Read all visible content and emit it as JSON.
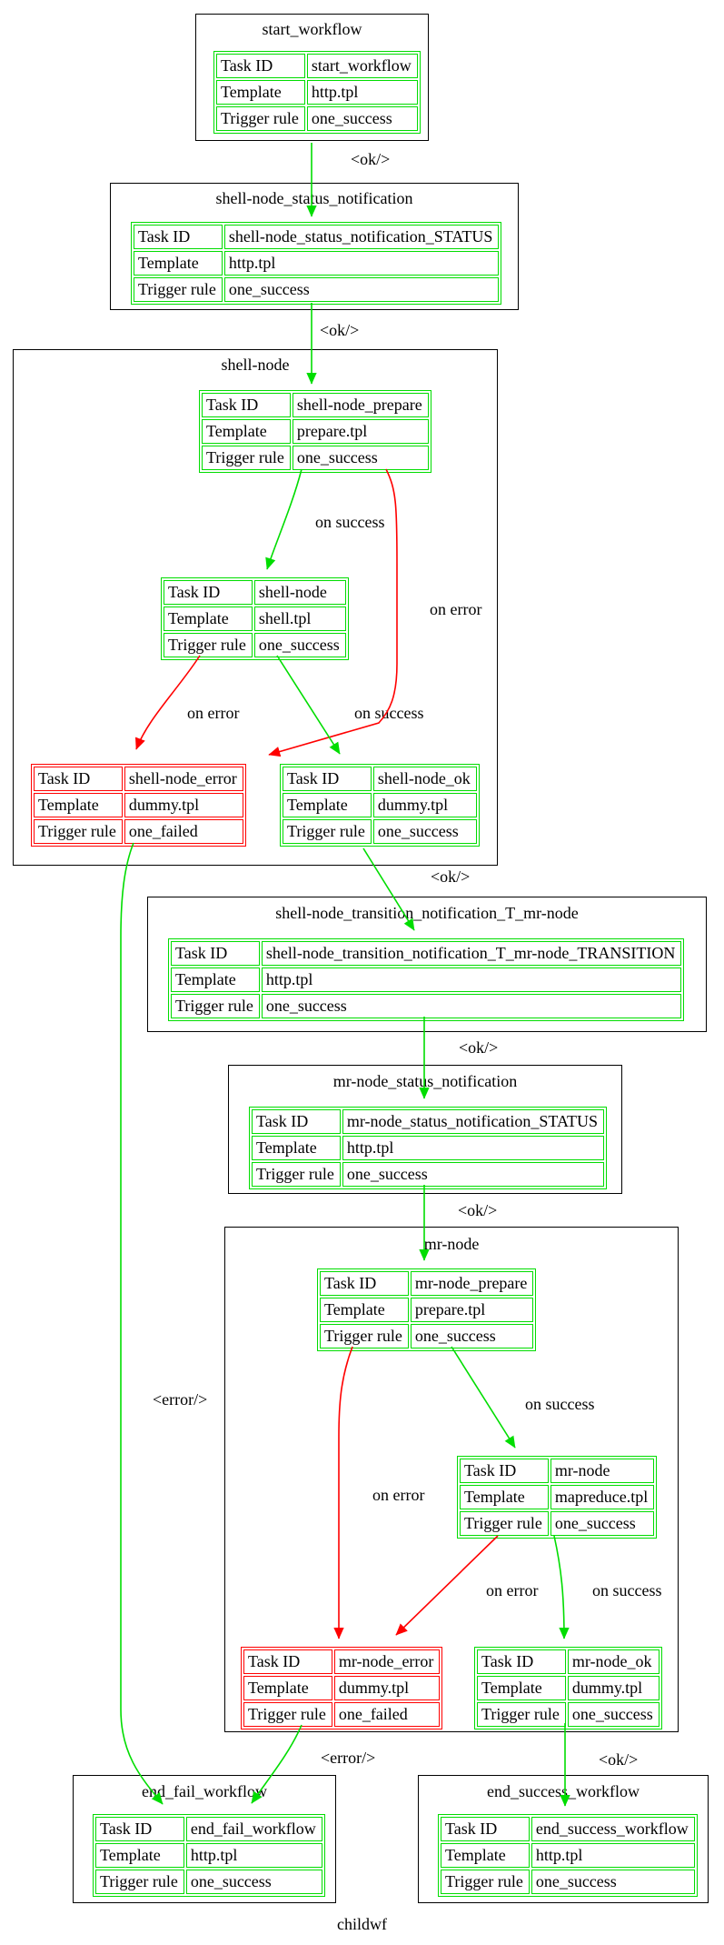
{
  "graph": {
    "label": "childwf"
  },
  "colors": {
    "success": "#00dd00",
    "failure": "#ff0000",
    "border": "#000000",
    "background": "#ffffff",
    "text": "#000000"
  },
  "table_headers": {
    "task_id": "Task ID",
    "template": "Template",
    "trigger_rule": "Trigger rule"
  },
  "labels": {
    "ok": "<ok/>",
    "error": "<error/>",
    "on_success": "on success",
    "on_error": "on error"
  },
  "nodes": {
    "start_workflow": {
      "title": "start_workflow",
      "task_id": "start_workflow",
      "template": "http.tpl",
      "trigger_rule": "one_success"
    },
    "shell_node_status_notification": {
      "title": "shell-node_status_notification",
      "task_id": "shell-node_status_notification_STATUS",
      "template": "http.tpl",
      "trigger_rule": "one_success"
    },
    "shell_node_cluster": {
      "title": "shell-node"
    },
    "shell_node_prepare": {
      "task_id": "shell-node_prepare",
      "template": "prepare.tpl",
      "trigger_rule": "one_success"
    },
    "shell_node": {
      "task_id": "shell-node",
      "template": "shell.tpl",
      "trigger_rule": "one_success"
    },
    "shell_node_error": {
      "task_id": "shell-node_error",
      "template": "dummy.tpl",
      "trigger_rule": "one_failed"
    },
    "shell_node_ok": {
      "task_id": "shell-node_ok",
      "template": "dummy.tpl",
      "trigger_rule": "one_success"
    },
    "shell_node_transition_notification": {
      "title": "shell-node_transition_notification_T_mr-node",
      "task_id": "shell-node_transition_notification_T_mr-node_TRANSITION",
      "template": "http.tpl",
      "trigger_rule": "one_success"
    },
    "mr_node_status_notification": {
      "title": "mr-node_status_notification",
      "task_id": "mr-node_status_notification_STATUS",
      "template": "http.tpl",
      "trigger_rule": "one_success"
    },
    "mr_node_cluster": {
      "title": "mr-node"
    },
    "mr_node_prepare": {
      "task_id": "mr-node_prepare",
      "template": "prepare.tpl",
      "trigger_rule": "one_success"
    },
    "mr_node": {
      "task_id": "mr-node",
      "template": "mapreduce.tpl",
      "trigger_rule": "one_success"
    },
    "mr_node_error": {
      "task_id": "mr-node_error",
      "template": "dummy.tpl",
      "trigger_rule": "one_failed"
    },
    "mr_node_ok": {
      "task_id": "mr-node_ok",
      "template": "dummy.tpl",
      "trigger_rule": "one_success"
    },
    "end_fail_workflow": {
      "title": "end_fail_workflow",
      "task_id": "end_fail_workflow",
      "template": "http.tpl",
      "trigger_rule": "one_success"
    },
    "end_success_workflow": {
      "title": "end_success_workflow",
      "task_id": "end_success_workflow",
      "template": "http.tpl",
      "trigger_rule": "one_success"
    }
  },
  "edges": [
    {
      "from": "start_workflow",
      "to": "shell-node_status_notification",
      "label": "<ok/>",
      "color": "green"
    },
    {
      "from": "shell-node_status_notification",
      "to": "shell-node_prepare",
      "label": "<ok/>",
      "color": "green"
    },
    {
      "from": "shell-node_prepare",
      "to": "shell-node",
      "label": "on success",
      "color": "green"
    },
    {
      "from": "shell-node_prepare",
      "to": "shell-node_error",
      "label": "on error",
      "color": "red"
    },
    {
      "from": "shell-node",
      "to": "shell-node_error",
      "label": "on error",
      "color": "red"
    },
    {
      "from": "shell-node",
      "to": "shell-node_ok",
      "label": "on success",
      "color": "green"
    },
    {
      "from": "shell-node_ok",
      "to": "shell-node_transition_notification_T_mr-node",
      "label": "<ok/>",
      "color": "green"
    },
    {
      "from": "shell-node_transition_notification_T_mr-node",
      "to": "mr-node_status_notification",
      "label": "<ok/>",
      "color": "green"
    },
    {
      "from": "mr-node_status_notification",
      "to": "mr-node_prepare",
      "label": "<ok/>",
      "color": "green"
    },
    {
      "from": "mr-node_prepare",
      "to": "mr-node",
      "label": "on success",
      "color": "green"
    },
    {
      "from": "mr-node_prepare",
      "to": "mr-node_error",
      "label": "on error",
      "color": "red"
    },
    {
      "from": "mr-node",
      "to": "mr-node_error",
      "label": "on error",
      "color": "red"
    },
    {
      "from": "mr-node",
      "to": "mr-node_ok",
      "label": "on success",
      "color": "green"
    },
    {
      "from": "shell-node_error",
      "to": "end_fail_workflow",
      "label": "<error/>",
      "color": "green"
    },
    {
      "from": "mr-node_error",
      "to": "end_fail_workflow",
      "label": "<error/>",
      "color": "green"
    },
    {
      "from": "mr-node_ok",
      "to": "end_success_workflow",
      "label": "<ok/>",
      "color": "green"
    }
  ]
}
